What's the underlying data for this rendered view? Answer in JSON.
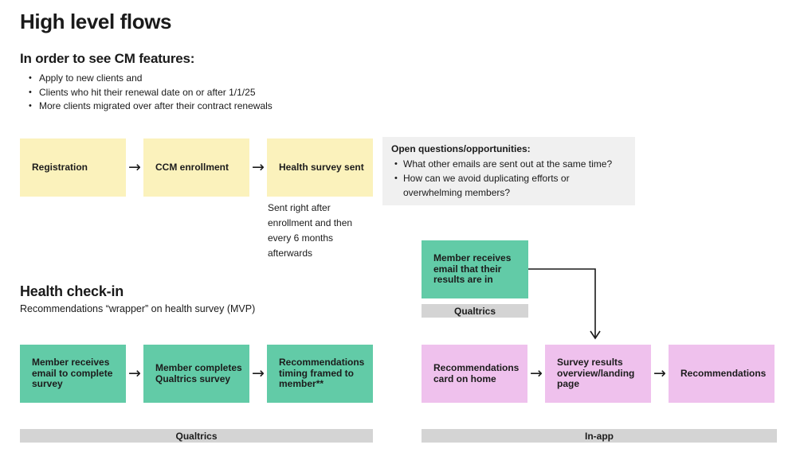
{
  "title": "High level flows",
  "glyphs": {
    "arrow": "→"
  },
  "colors": {
    "yellow_box": "#FBF2BC",
    "green_box": "#62CBA7",
    "pink_box": "#EFC1ED",
    "channel_bar": "#D4D4D4",
    "callout_bg": "#F0F0F0",
    "text": "#1a1a1a"
  },
  "cm_features": {
    "heading": "In order to see CM features:",
    "bullets": [
      "Apply to new clients and",
      "Clients who hit their renewal date on or after 1/1/25",
      "More clients migrated over after their contract renewals"
    ]
  },
  "enrollment_flow": {
    "steps": [
      "Registration",
      "CCM enrollment",
      "Health survey sent"
    ],
    "note": "Sent right after enrollment and then every 6 months afterwards"
  },
  "open_questions": {
    "heading": "Open questions/opportunities:",
    "bullets": [
      "What other emails are sent out at the same time?",
      "How can we avoid duplicating efforts or overwhelming members?"
    ]
  },
  "results_email": {
    "label": "Member receives email that their results are in",
    "channel": "Qualtrics"
  },
  "health_checkin": {
    "heading": "Health check-in",
    "subheading": "Recommendations “wrapper” on health survey (MVP)",
    "qualtrics_flow": {
      "steps": [
        "Member receives email to complete survey",
        "Member completes Qualtrics survey",
        "Recommendations timing framed to member**"
      ],
      "channel": "Qualtrics"
    },
    "inapp_flow": {
      "steps": [
        "Recommendations card on home",
        "Survey results overview/landing page",
        "Recommendations"
      ],
      "channel": "In-app"
    }
  }
}
